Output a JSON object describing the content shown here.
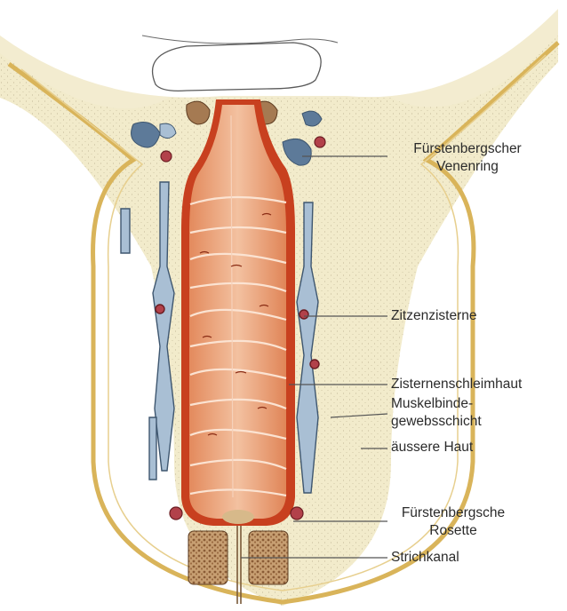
{
  "labels": {
    "venenring": [
      "Fürstenbergscher",
      "Venenring"
    ],
    "zitzenzisterne": "Zitzenzisterne",
    "schleimhaut": "Zisternenschleimhaut",
    "muskel": [
      "Muskelbinde-",
      "gewebsschicht"
    ],
    "haut": "äussere Haut",
    "rosette": [
      "Fürstenbergsche",
      "Rosette"
    ],
    "strichkanal": "Strichkanal"
  },
  "colors": {
    "skin": "#f0e8c7",
    "skin_outline": "#d9b45a",
    "cistern": "#e8a070",
    "cistern_wall": "#c8401f",
    "vein": "#5d7a99",
    "vein_light": "#a9bfd4",
    "rosette": "#a57a52",
    "leader": "#555555"
  }
}
